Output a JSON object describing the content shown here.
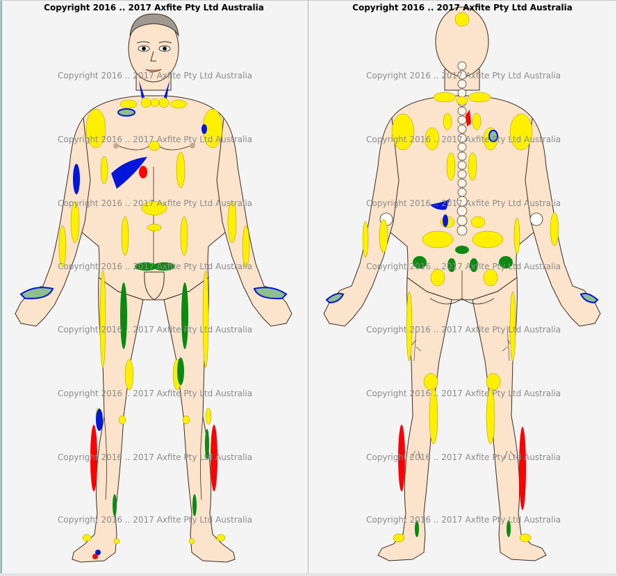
{
  "panels": {
    "front": {
      "caption": "Copyright 2016 .. 2017 Axfite Pty Ltd Australia"
    },
    "back": {
      "caption": "Copyright 2016 .. 2017 Axfite Pty Ltd Australia"
    }
  },
  "watermark": "Copyright 2016 .. 2017 Axfite Pty Ltd Australia",
  "colors": {
    "skin": "#fce4cc",
    "outline": "#3a2a20",
    "yellow": "#ffef00",
    "blue": "#0016d8",
    "red": "#ff0000",
    "green": "#0b8a12",
    "hair": "#9f9a8f",
    "net": "#8fbf8f"
  }
}
